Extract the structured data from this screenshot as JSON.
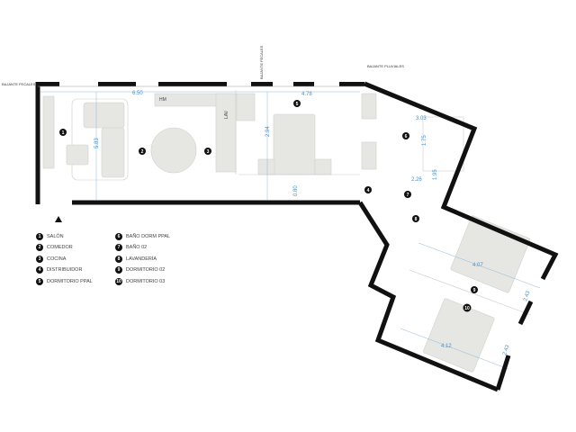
{
  "annotations": {
    "left": "BAJANTE FECALES",
    "middle": "BAJANTE FECALES",
    "right": "BAJANTE PLUVIALES"
  },
  "furniture_labels": {
    "hm": "HM",
    "lav": "LAV"
  },
  "dimensions": {
    "d1": "6.50",
    "d2": "4.78",
    "d3": "5.83",
    "d4": "2.94",
    "d5": "0.80",
    "d6": "3.03",
    "d7": "1.75",
    "d8": "2.26",
    "d9": "1.95",
    "d10": "4.07",
    "d11": "2.43",
    "d12": "4.12",
    "d13": "2.43"
  },
  "room_markers": [
    "1",
    "2",
    "3",
    "4",
    "5",
    "6",
    "7",
    "8",
    "9",
    "10"
  ],
  "legend": [
    {
      "n": "1",
      "label": "SALÓN"
    },
    {
      "n": "6",
      "label": "BAÑO DORM PPAL"
    },
    {
      "n": "2",
      "label": "COMEDOR"
    },
    {
      "n": "7",
      "label": "BAÑO 02"
    },
    {
      "n": "3",
      "label": "COCINA"
    },
    {
      "n": "8",
      "label": "LAVANDERÍA"
    },
    {
      "n": "4",
      "label": "DISTRIBUIDOR"
    },
    {
      "n": "9",
      "label": "DORMITORIO 02"
    },
    {
      "n": "5",
      "label": "DORMITORIO PPAL"
    },
    {
      "n": "10",
      "label": "DORMITORIO 03"
    }
  ],
  "colors": {
    "wall": "#111111",
    "furniture": "#e6e6e3",
    "dimension": "#4a8fc4"
  }
}
